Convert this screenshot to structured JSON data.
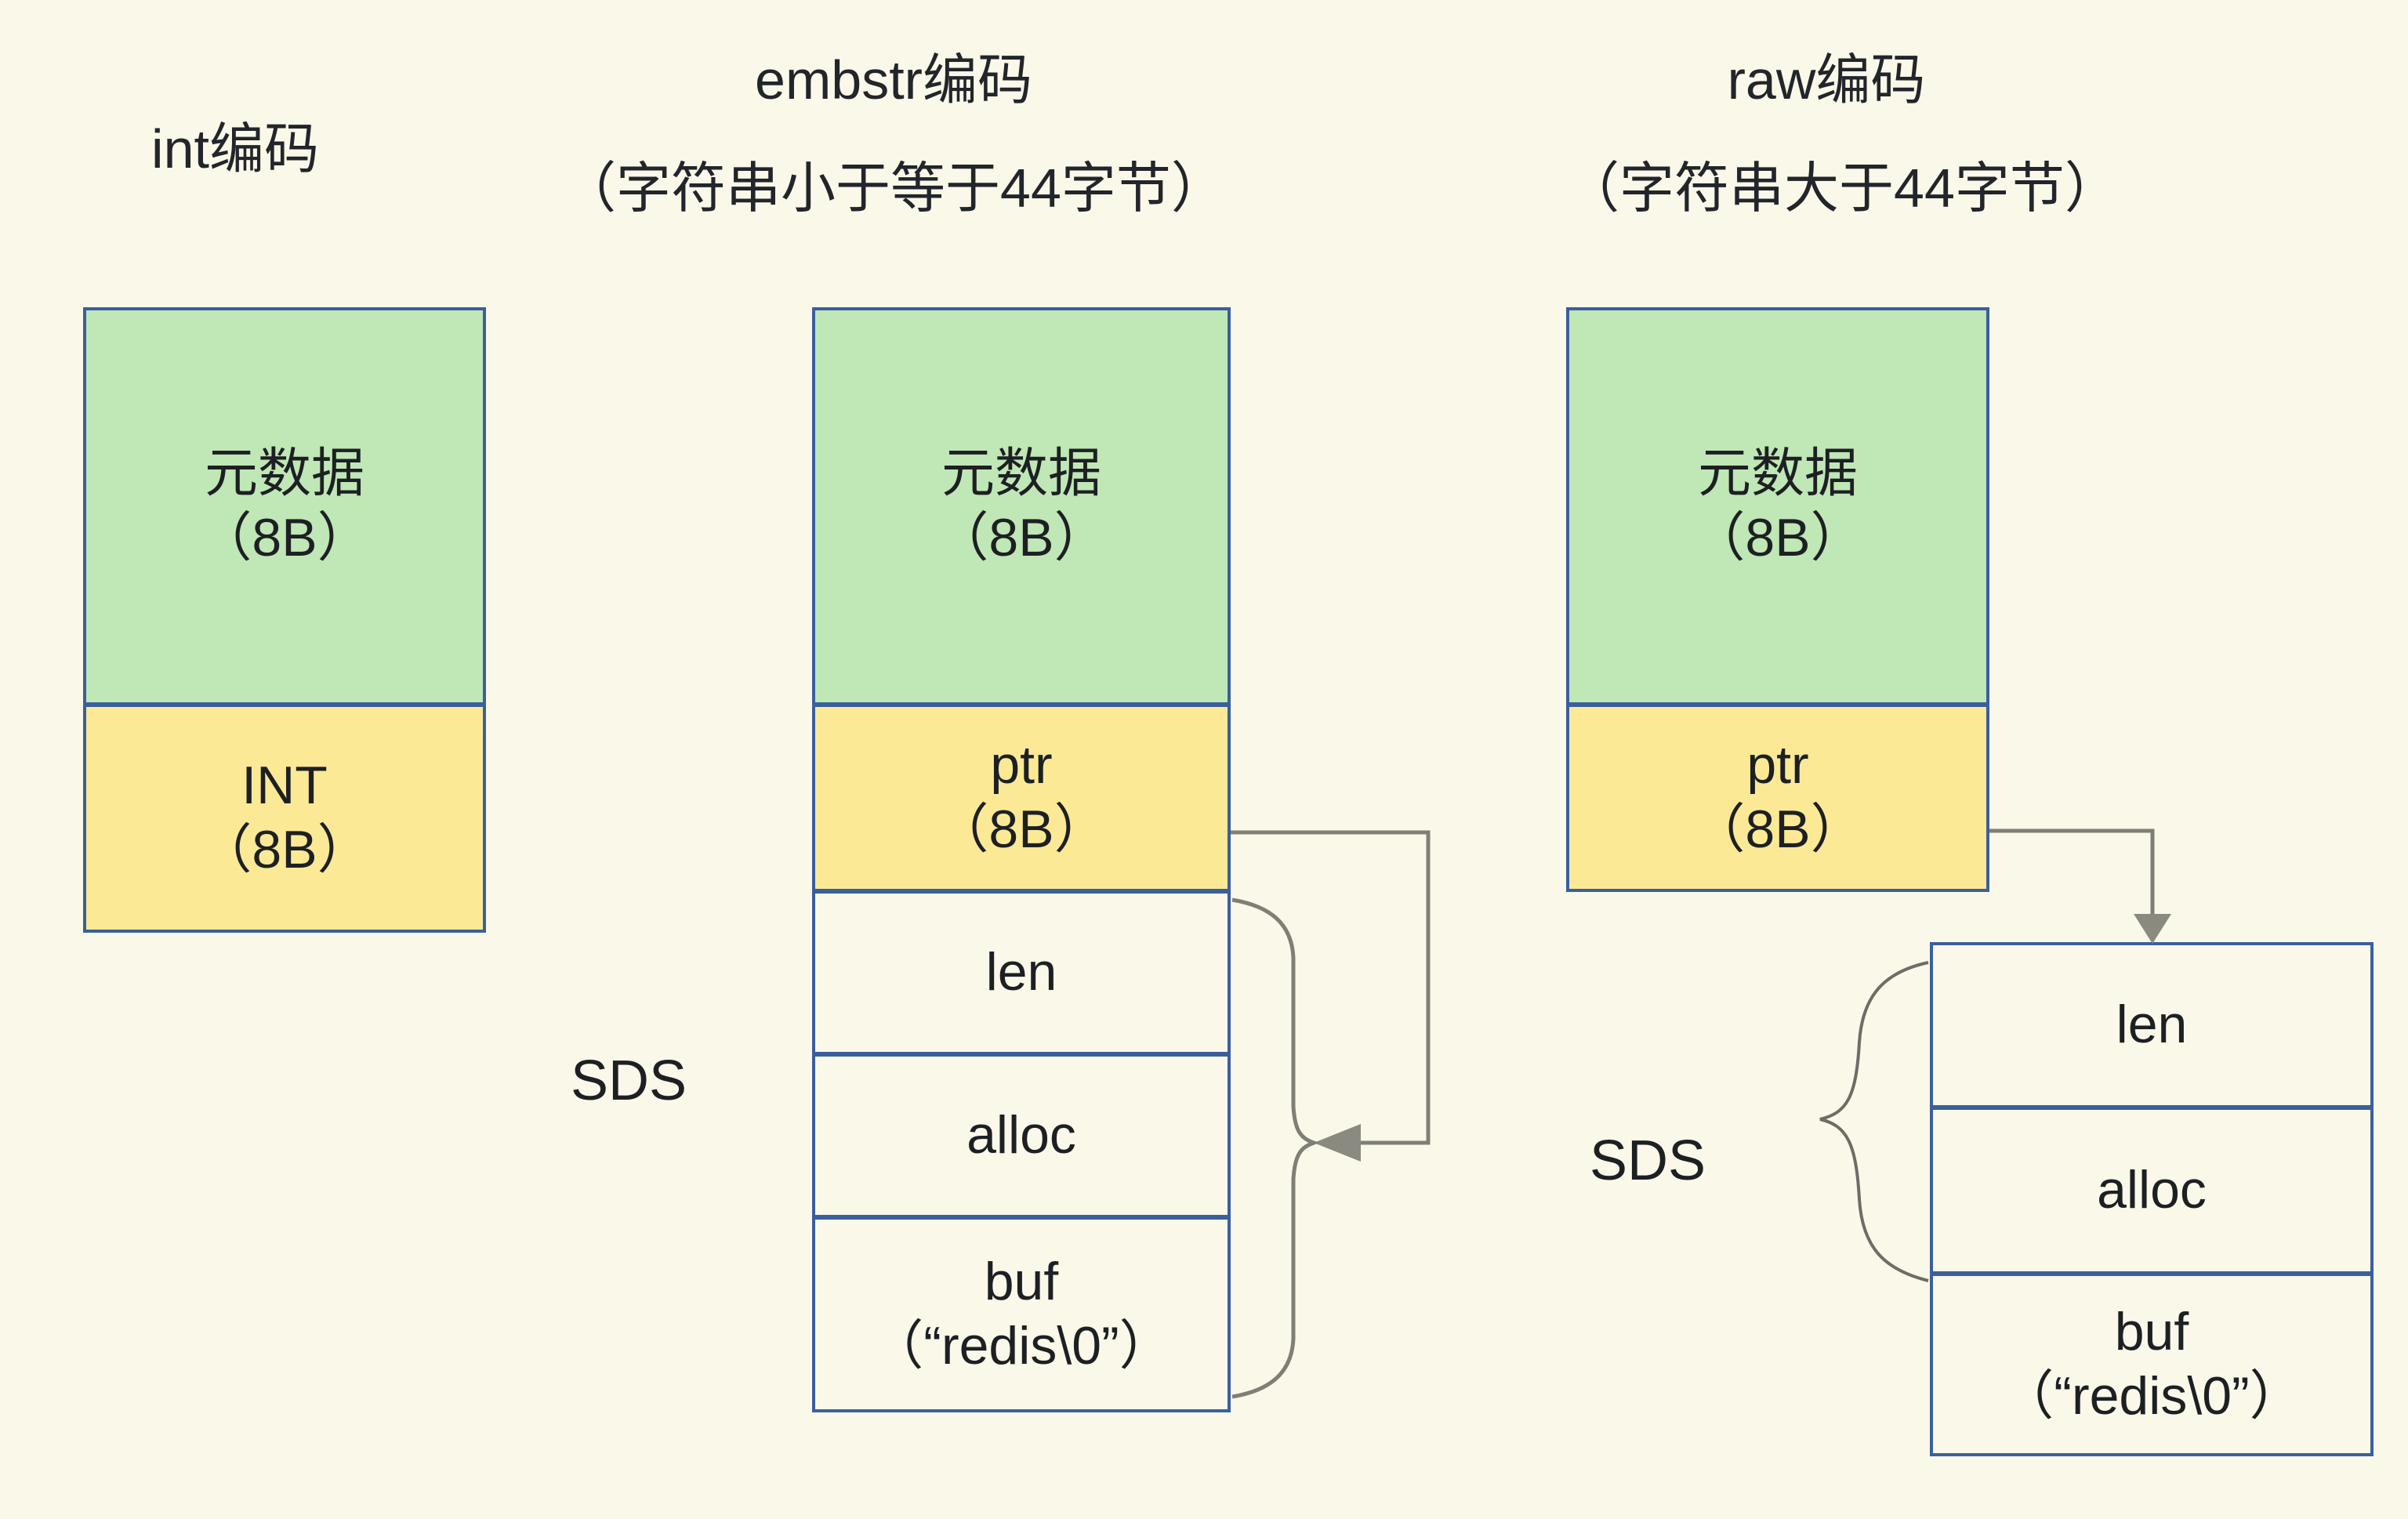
{
  "titles": {
    "int": "int编码",
    "embstr": "embstr编码",
    "embstr_sub": "（字符串小于等于44字节）",
    "raw": "raw编码",
    "raw_sub": "（字符串大于44字节）"
  },
  "columns": {
    "int": {
      "name": "int-encoding",
      "cells": [
        {
          "label": "元数据\n（8B）",
          "fill": "green"
        },
        {
          "label": "INT\n（8B）",
          "fill": "yellow"
        }
      ]
    },
    "embstr": {
      "name": "embstr-encoding",
      "struct_label": "SDS",
      "cells": [
        {
          "label": "元数据\n（8B）",
          "fill": "green"
        },
        {
          "label": "ptr\n（8B）",
          "fill": "yellow"
        },
        {
          "label": "len",
          "fill": "plain"
        },
        {
          "label": "alloc",
          "fill": "plain"
        },
        {
          "label": "buf\n（“redis\\0”）",
          "fill": "plain"
        }
      ]
    },
    "raw": {
      "name": "raw-encoding",
      "struct_label": "SDS",
      "object_cells": [
        {
          "label": "元数据\n（8B）",
          "fill": "green"
        },
        {
          "label": "ptr\n（8B）",
          "fill": "yellow"
        }
      ],
      "sds_cells": [
        {
          "label": "len",
          "fill": "plain"
        },
        {
          "label": "alloc",
          "fill": "plain"
        },
        {
          "label": "buf\n（“redis\\0”）",
          "fill": "plain"
        }
      ]
    }
  },
  "colors": {
    "background": "#faf8e9",
    "metadata_fill": "#c0e7b6",
    "pointer_fill": "#fce996",
    "plain_fill": "#faf8e9",
    "border": "#3a5f9e",
    "connector": "#7f7f76",
    "text": "#1d2023"
  }
}
